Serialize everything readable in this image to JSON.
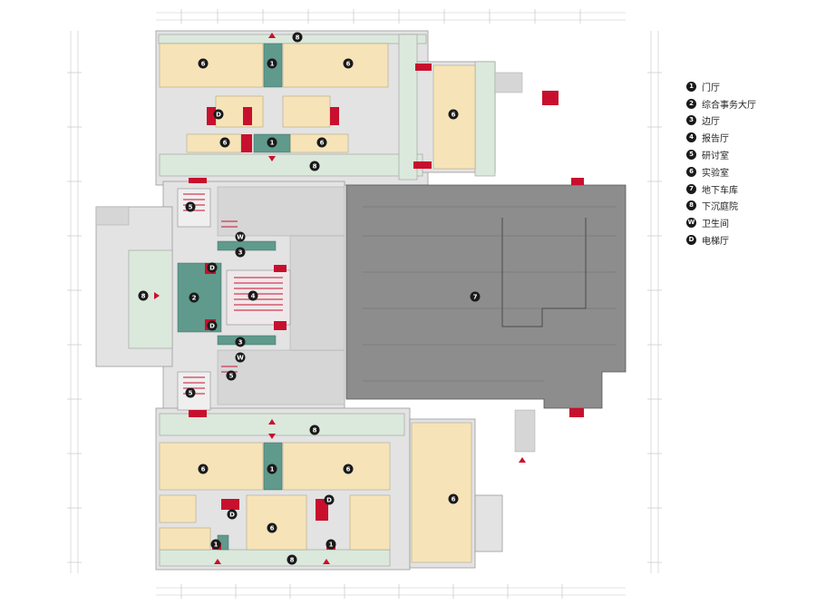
{
  "legend": [
    {
      "number": "1",
      "label": "门厅"
    },
    {
      "number": "2",
      "label": "综合事务大厅"
    },
    {
      "number": "3",
      "label": "边厅"
    },
    {
      "number": "4",
      "label": "报告厅"
    },
    {
      "number": "5",
      "label": "研讨室"
    },
    {
      "number": "6",
      "label": "实验室"
    },
    {
      "number": "7",
      "label": "地下车库"
    },
    {
      "number": "8",
      "label": "下沉庭院"
    },
    {
      "number": "W",
      "label": "卫生间"
    },
    {
      "number": "D",
      "label": "电梯厅"
    }
  ],
  "plan_markers": [
    "8",
    "6",
    "1",
    "6",
    "6",
    "D",
    "6",
    "1",
    "6",
    "8",
    "5",
    "W",
    "3",
    "D",
    "2",
    "4",
    "D",
    "3",
    "W",
    "5",
    "5",
    "8",
    "7",
    "8",
    "6",
    "1",
    "6",
    "6",
    "D",
    "6",
    "D",
    "1",
    "1",
    "8"
  ],
  "colors": {
    "lab": "#f6e4b8",
    "hall": "#5f9a8c",
    "courtyard": "#dbe9dc",
    "garage": "#8d8d8d",
    "corridor": "#d9d9d9",
    "accent": "#c8102e",
    "badge": "#1a1a1a"
  }
}
